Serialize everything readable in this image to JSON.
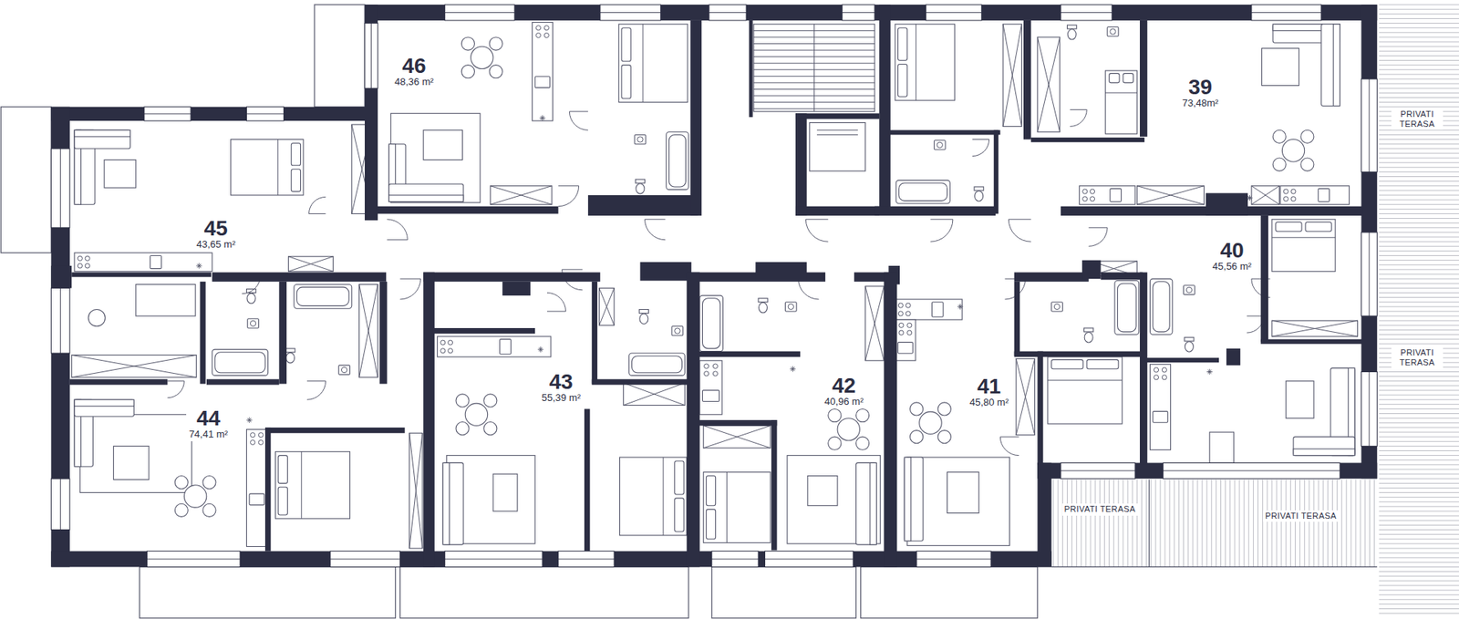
{
  "diagram": {
    "nodes": [
      {
        "text": [
          "46",
          "48,36 m²"
        ]
      },
      {
        "text": [
          "39",
          "73,48m²"
        ]
      },
      {
        "text": [
          "45",
          "43,65 m²"
        ]
      },
      {
        "text": [
          "40",
          "45,56 m²"
        ]
      },
      {
        "text": [
          "44",
          "74,41 m²"
        ]
      },
      {
        "text": [
          "43",
          "55,39 m²"
        ]
      },
      {
        "text": [
          "42",
          "40,96 m²"
        ]
      },
      {
        "text": [
          "41",
          "45,80 m²"
        ]
      }
    ],
    "labels": [
      "PRIVATI TERASA",
      "PRIVATI TERASA",
      "PRIVATI TERASA",
      "PRIVATI TERASA"
    ]
  }
}
